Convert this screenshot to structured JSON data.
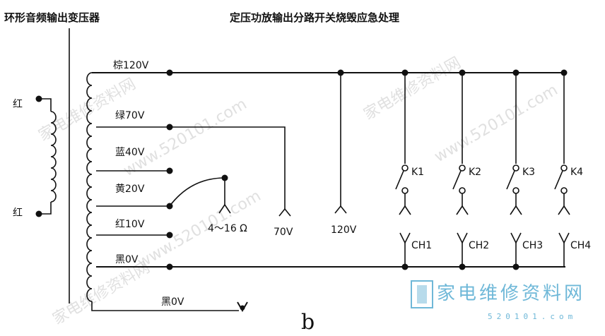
{
  "titles": {
    "left": "环形音频输出变压器",
    "right": "定压功放输出分路开关烧毁应急处理"
  },
  "primary": {
    "top": "红",
    "bottom": "红"
  },
  "taps": {
    "brown": "棕120V",
    "green": "绿70V",
    "blue": "蓝40V",
    "yellow": "黄20V",
    "red": "红10V",
    "black": "黑0V",
    "black2": "黑0V"
  },
  "outputs": {
    "ohm": "4～16 Ω",
    "v70": "70V",
    "v120": "120V"
  },
  "switches": [
    "K1",
    "K2",
    "K3",
    "K4"
  ],
  "channels": [
    "CH1",
    "CH2",
    "CH3",
    "CH4"
  ],
  "figure_label": "b",
  "watermarks": [
    "家电维修资料网",
    "www.520101.com",
    "家电维修资料网",
    "www.520101.com",
    "家电维修资料网",
    "www.520101.com"
  ],
  "logo": {
    "text": "家电维修资料网",
    "sub": "520101.com"
  }
}
